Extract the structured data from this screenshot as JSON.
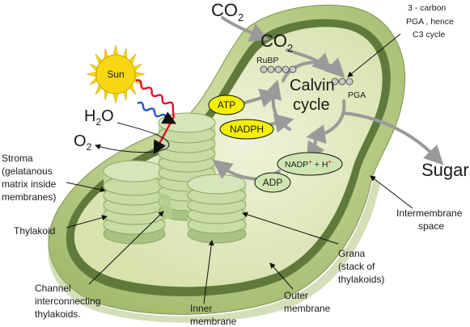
{
  "labels": {
    "co2_top": "CO",
    "co2_top_sub": "2",
    "co2_inner": "CO",
    "co2_inner_sub": "2",
    "c3_note_1": "3 - carbon",
    "c3_note_2": "PGA , hence",
    "c3_note_3": "C3 cycle",
    "sun": "Sun",
    "rubp": "RuBP",
    "calvin_1": "Calvin",
    "calvin_2": "cycle",
    "pga": "PGA",
    "atp": "ATP",
    "nadph": "NADPH",
    "h2o_h": "H",
    "h2o_sub": "2",
    "h2o_o": "O",
    "o2_o": "O",
    "o2_sub": "2",
    "nadp": "NADP",
    "nadp_plus": "+",
    "nadp_mid": " + H",
    "nadp_plus2": "+",
    "adp": "ADP",
    "sugars": "Sugars",
    "stroma_1": "Stroma",
    "stroma_2": "(gelatanous",
    "stroma_3": "matrix inside",
    "stroma_4": "membranes)",
    "thylakoid": "Thylakoid",
    "intermembrane_1": "Intermembrane",
    "intermembrane_2": "space",
    "grana_1": "Grana",
    "grana_2": "(stack of",
    "grana_3": "thylakoids)",
    "channel_1": "Channel",
    "channel_2": "interconnecting",
    "channel_3": "thylakoids.",
    "outer_1": "Outer",
    "outer_2": "membrane",
    "inner_1": "Inner",
    "inner_2": "membrane"
  },
  "colors": {
    "outer_membrane": "#c9d99a",
    "intermembrane": "#5f7a3a",
    "stroma": "#e4ebc8",
    "thylakoid": "#c6dba2",
    "sun": "#f6d711",
    "yellow_oval": "#f5f000",
    "green_oval": "#cfe6b2",
    "arrow_grey": "#9a9a9a",
    "red_wave": "#e8102a",
    "blue_wave": "#1a56d8",
    "plus_red": "#e01010"
  }
}
